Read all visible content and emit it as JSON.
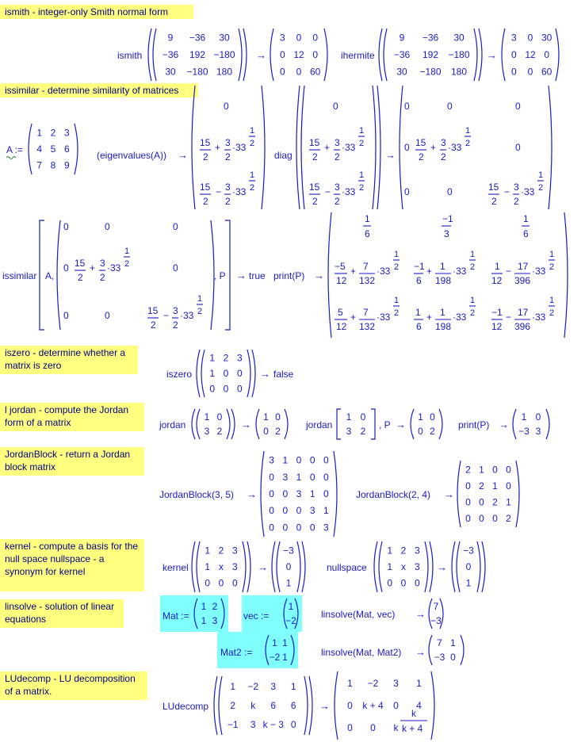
{
  "sections": [
    {
      "id": "ismith",
      "label": "ismith - integer-only Smith normal form"
    },
    {
      "id": "issimilar",
      "label": "issimilar - determine similarity of matrices"
    },
    {
      "id": "iszero",
      "label": "iszero - determine whether a matrix is zero"
    },
    {
      "id": "jordan",
      "label": "l jordan - compute the Jordan form of a matrix"
    },
    {
      "id": "jordanblock",
      "label": "JordanBlock - return a Jordan block matrix"
    },
    {
      "id": "kernel",
      "label": "kernel - compute a basis for the null space nullspace - a synonym for kernel"
    },
    {
      "id": "linsolve",
      "label": "linsolve - solution of linear equations"
    },
    {
      "id": "ludecomp",
      "label": "LUdecomp - LU decomposition of a matrix."
    }
  ],
  "fn": {
    "ismith": "ismith",
    "ihermite": "ihermite",
    "A_assign": "A :=",
    "eigen": "(eigenvalues(A))",
    "diag": "diag",
    "issimilar": "issimilar",
    "A": "A,",
    "P": ", P",
    "true": "true",
    "printP": "print(P)",
    "iszero": "iszero",
    "false": "false",
    "jordan": "jordan",
    "jordan2": "jordan",
    "printP2": "print(P)",
    "jb1": "JordanBlock(3, 5)",
    "jb2": "JordanBlock(2, 4)",
    "kernel": "kernel",
    "nullspace": "nullspace",
    "Mat": "Mat :=",
    "vec": "vec :=",
    "Mat2": "Mat2 :=",
    "ls1": "linsolve(Mat, vec)",
    "ls2": "linsolve(Mat, Mat2)",
    "lu": "LUdecomp",
    "arrow": "→"
  },
  "matrices": {
    "smith_in": [
      [
        "9",
        "−36",
        "30"
      ],
      [
        "−36",
        "192",
        "−180"
      ],
      [
        "30",
        "−180",
        "180"
      ]
    ],
    "smith_out": [
      [
        "3",
        "0",
        "0"
      ],
      [
        "0",
        "12",
        "0"
      ],
      [
        "0",
        "0",
        "60"
      ]
    ],
    "hermite_in": [
      [
        "9",
        "−36",
        "30"
      ],
      [
        "−36",
        "192",
        "−180"
      ],
      [
        "30",
        "−180",
        "180"
      ]
    ],
    "hermite_out": [
      [
        "3",
        "0",
        "30"
      ],
      [
        "0",
        "12",
        "0"
      ],
      [
        "0",
        "0",
        "60"
      ]
    ],
    "A": [
      [
        "1",
        "2",
        "3"
      ],
      [
        "4",
        "5",
        "6"
      ],
      [
        "7",
        "8",
        "9"
      ]
    ],
    "iszero_in": [
      [
        "1",
        "2",
        "3"
      ],
      [
        "1",
        "0",
        "0"
      ],
      [
        "0",
        "0",
        "0"
      ]
    ],
    "jordan_in": [
      [
        "1",
        "0"
      ],
      [
        "3",
        "2"
      ]
    ],
    "jordan_out": [
      [
        "1",
        "0"
      ],
      [
        "0",
        "2"
      ]
    ],
    "jordan2_in": [
      [
        "1",
        "0"
      ],
      [
        "3",
        "2"
      ]
    ],
    "jordan2_out": [
      [
        "1",
        "0"
      ],
      [
        "0",
        "2"
      ]
    ],
    "P_out": [
      [
        "1",
        "0"
      ],
      [
        "−3",
        "3"
      ]
    ],
    "jb1": [
      [
        "3",
        "1",
        "0",
        "0",
        "0"
      ],
      [
        "0",
        "3",
        "1",
        "0",
        "0"
      ],
      [
        "0",
        "0",
        "3",
        "1",
        "0"
      ],
      [
        "0",
        "0",
        "0",
        "3",
        "1"
      ],
      [
        "0",
        "0",
        "0",
        "0",
        "3"
      ]
    ],
    "jb2": [
      [
        "2",
        "1",
        "0",
        "0"
      ],
      [
        "0",
        "2",
        "1",
        "0"
      ],
      [
        "0",
        "0",
        "2",
        "1"
      ],
      [
        "0",
        "0",
        "0",
        "2"
      ]
    ],
    "kernel_in": [
      [
        "1",
        "2",
        "3"
      ],
      [
        "1",
        "x",
        "3"
      ],
      [
        "0",
        "0",
        "0"
      ]
    ],
    "kernel_out": [
      [
        "−3"
      ],
      [
        "0"
      ],
      [
        "1"
      ]
    ],
    "null_in": [
      [
        "1",
        "2",
        "3"
      ],
      [
        "1",
        "x",
        "3"
      ],
      [
        "0",
        "0",
        "0"
      ]
    ],
    "null_out": [
      [
        "−3"
      ],
      [
        "0"
      ],
      [
        "1"
      ]
    ],
    "Mat": [
      [
        "1",
        "2"
      ],
      [
        "1",
        "3"
      ]
    ],
    "vec": [
      [
        "1"
      ],
      [
        "−2"
      ]
    ],
    "Mat2": [
      [
        "1",
        "1"
      ],
      [
        "−2",
        "1"
      ]
    ],
    "ls1_out": [
      [
        "7"
      ],
      [
        "−3"
      ]
    ],
    "ls2_out": [
      [
        "7",
        "1"
      ],
      [
        "−3",
        "0"
      ]
    ],
    "lu_in": [
      [
        "1",
        "−2",
        "3",
        "1"
      ],
      [
        "2",
        "k",
        "6",
        "6"
      ],
      [
        "−1",
        "3",
        "k − 3",
        "0"
      ]
    ],
    "lu_out": [
      [
        "1",
        "−2",
        "3",
        "1"
      ],
      [
        "0",
        "k + 4",
        "0",
        "4"
      ],
      [
        "0",
        "0",
        "k",
        ""
      ]
    ]
  },
  "symbols": {
    "zero": "0",
    "plus": "+",
    "minus": "−",
    "half_num": "1",
    "half_den": "2",
    "fifteen": "15",
    "three": "3",
    "two": "2",
    "dot33": "·33",
    "frac_num_1": "1",
    "frac_den_6": "6",
    "frac_num_m1": "−1",
    "frac_den_3": "3",
    "m5": "−5",
    "f12": "12",
    "f7": "7",
    "f132": "132",
    "f198": "198",
    "f17": "17",
    "f396": "396",
    "f5": "5",
    "m1": "−1",
    "f1": "1",
    "k": "k",
    "kp4": "k + 4"
  }
}
